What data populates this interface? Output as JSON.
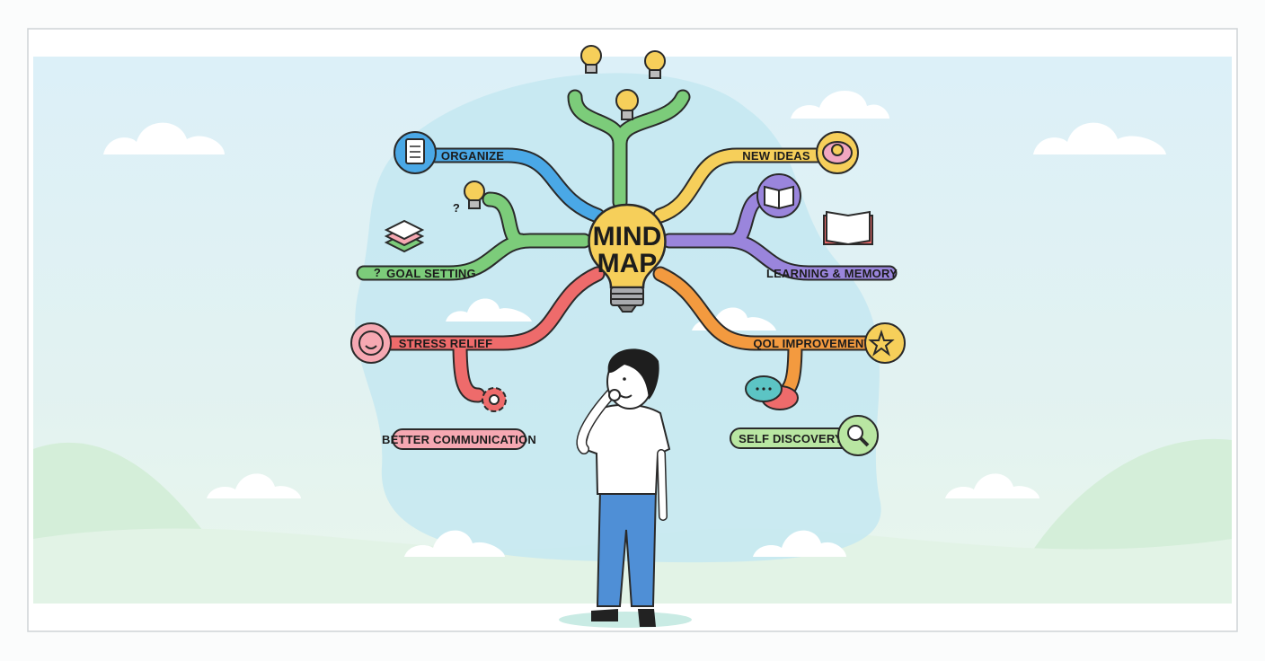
{
  "title": {
    "line1": "MIND",
    "line2": "MAP"
  },
  "branches": {
    "organize": "ORGANIZE",
    "new_ideas": "NEW IDEAS",
    "goal_setting": "GOAL SETTING",
    "learning_memory": "LEARNING & MEMORY",
    "stress_relief": "STRESS RELIEF",
    "qol_improvement": "QOL IMPROVEMENT",
    "better_communication": "BETTER COMMUNICATION",
    "self_discovery": "SELF DISCOVERY"
  },
  "question_mark": "?",
  "colors": {
    "blue": "#4aa8e6",
    "yellow": "#f6cf5a",
    "green": "#7ccc7a",
    "purple": "#9a85dc",
    "red": "#ee6b6b",
    "orange": "#f39a3f",
    "pink": "#f6a8b2",
    "lightgreen": "#b9e6a2"
  }
}
